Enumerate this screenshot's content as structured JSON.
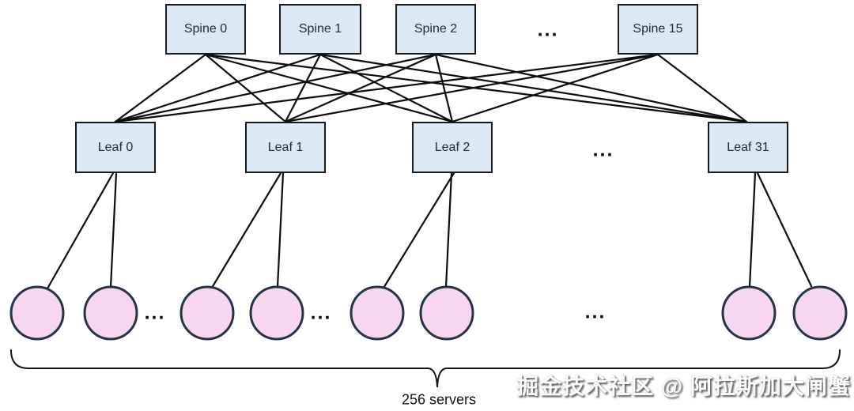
{
  "colors": {
    "background": "#ffffff",
    "node_fill": "#dbe8f5",
    "node_border": "#1a1a1a",
    "node_text": "#242a33",
    "server_fill": "#f6d7ef",
    "server_border": "#243447",
    "edge": "#0d0d0d",
    "watermark_text": "#fcfcfc"
  },
  "spines": {
    "labels": [
      "Spine 0",
      "Spine 1",
      "Spine 2",
      "Spine 15"
    ],
    "ellipsis": "..."
  },
  "leaves": {
    "labels": [
      "Leaf 0",
      "Leaf 1",
      "Leaf 2",
      "Leaf 31"
    ],
    "ellipsis": "..."
  },
  "servers": {
    "ellipses": [
      "...",
      "...",
      "..."
    ],
    "brace_label": "256 servers"
  },
  "watermark": "掘金技术社区 @ 阿拉斯加大闸蟹"
}
